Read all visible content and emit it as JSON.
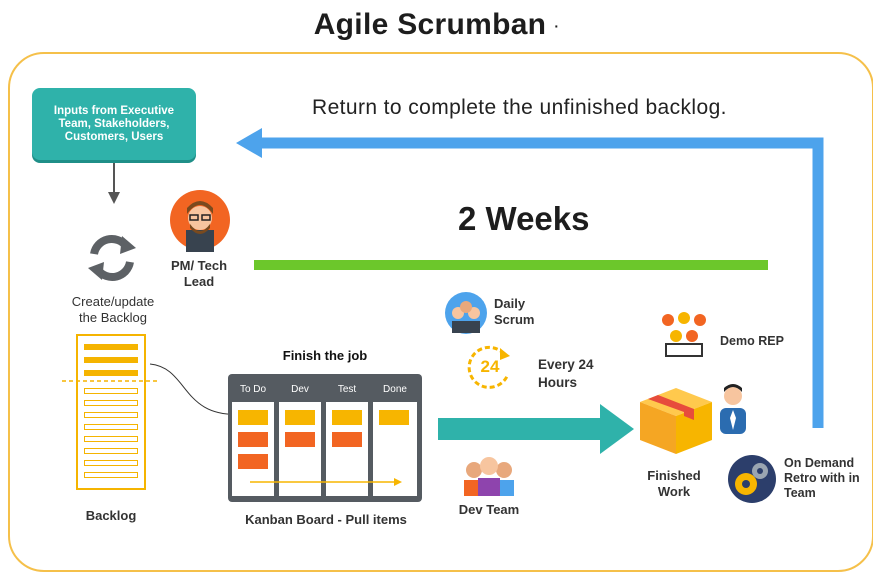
{
  "title": "Agile Scrumban",
  "title_dot": "·",
  "inputs_box": "Inputs from Executive Team, Stakeholders, Customers, Users",
  "return_text": "Return to complete the unfinished backlog.",
  "duration": "2 Weeks",
  "pm_label_1": "PM/ Tech",
  "pm_label_2": "Lead",
  "create_label_1": "Create/update",
  "create_label_2": "the Backlog",
  "backlog_label": "Backlog",
  "finish_job": "Finish the job",
  "kanban_columns": [
    "To Do",
    "Dev",
    "Test",
    "Done"
  ],
  "kanban_label": "Kanban Board  - Pull items",
  "daily_scrum_1": "Daily",
  "daily_scrum_2": "Scrum",
  "cycle_number": "24",
  "every_24_1": "Every 24",
  "every_24_2": "Hours",
  "dev_team": "Dev Team",
  "demo_rep": "Demo REP",
  "finished_1": "Finished",
  "finished_2": "Work",
  "retro_1": "On Demand",
  "retro_2": "Retro with in",
  "retro_3": "Team",
  "colors": {
    "teal": "#2fb2aa",
    "blue_arrow": "#4da3ec",
    "green_bar": "#6cc72b",
    "frame": "#f5c04a",
    "yellow": "#f7b500",
    "orange": "#f26522"
  }
}
